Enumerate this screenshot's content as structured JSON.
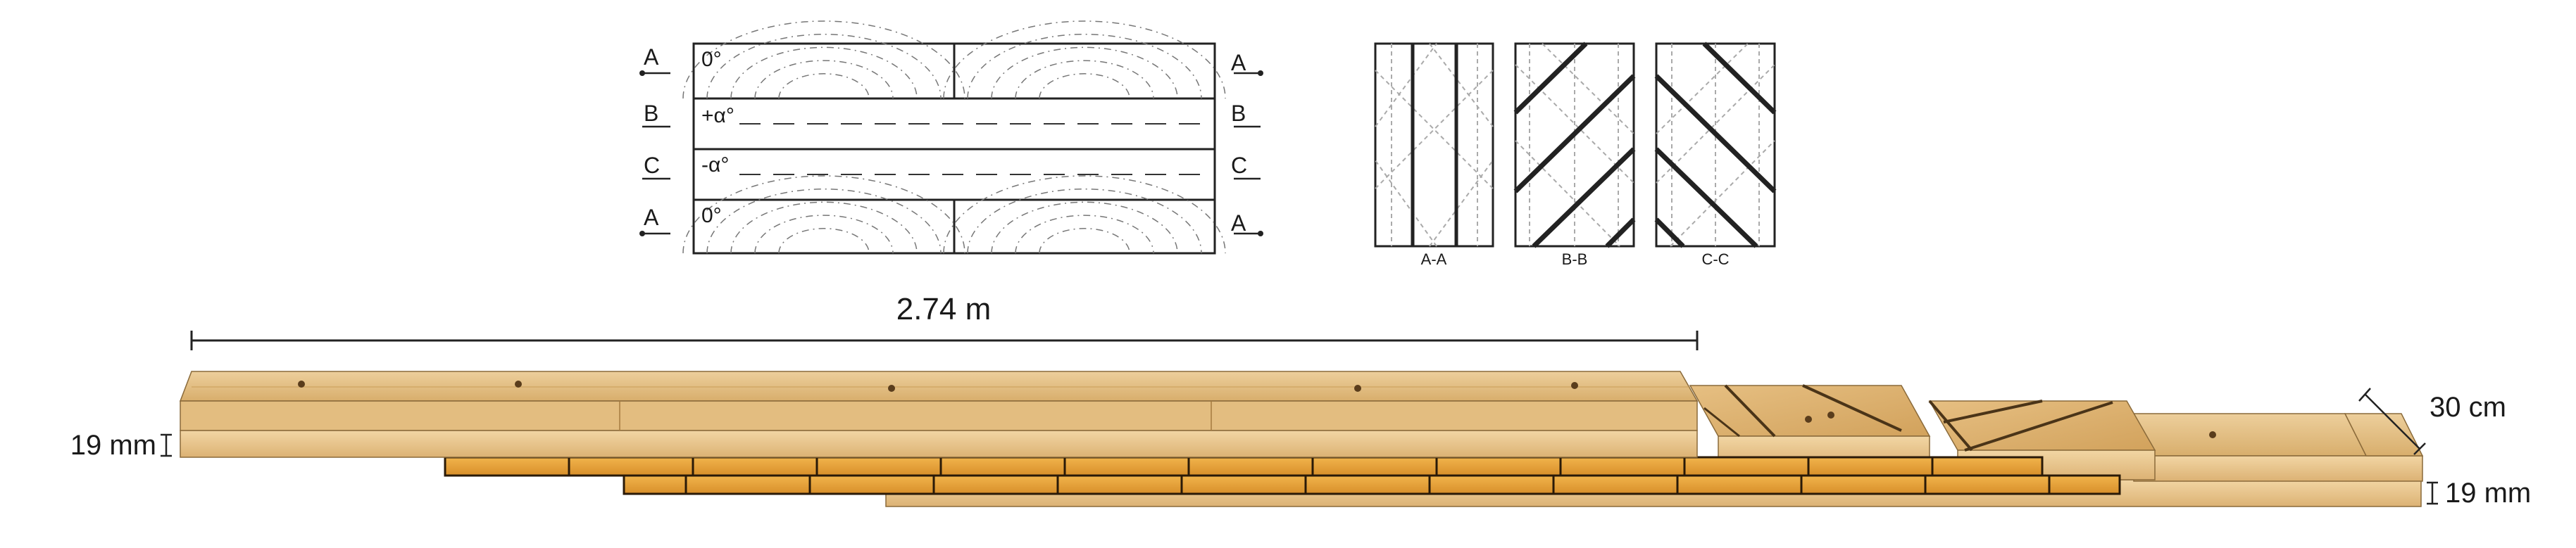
{
  "layer_diagram": {
    "rows": [
      {
        "section": "A",
        "angle": "0°"
      },
      {
        "section": "B",
        "angle": "+α°"
      },
      {
        "section": "C",
        "angle": "-α°"
      },
      {
        "section": "A",
        "angle": "0°"
      }
    ]
  },
  "section_views": [
    {
      "label": "A-A"
    },
    {
      "label": "B-B"
    },
    {
      "label": "C-C"
    }
  ],
  "dimensions": {
    "length": "2.74 m",
    "width": "30 cm",
    "thickness_left": "19 mm",
    "thickness_right": "19 mm"
  },
  "colors": {
    "wood_light": "#e8c68e",
    "wood_mid": "#d9ad67",
    "wood_dark": "#b58444",
    "strip_orange": "#e7a43e",
    "line": "#222222"
  }
}
